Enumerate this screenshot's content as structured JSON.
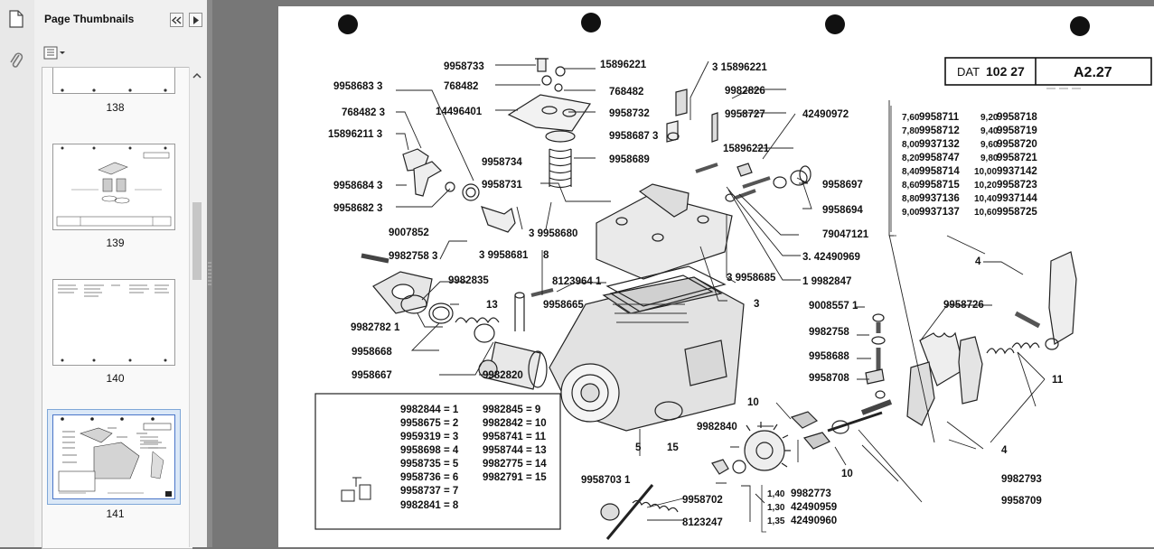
{
  "sidebar": {
    "title": "Page Thumbnails",
    "pages": [
      "138",
      "139",
      "140",
      "141"
    ],
    "selected_page": "141"
  },
  "document": {
    "header_box": {
      "dat_label": "DAT",
      "dat_value": "102 27",
      "ref": "A2.27"
    },
    "left_labels": [
      "9958733",
      "768482",
      "14496401",
      "9958683  3",
      "768482  3",
      "15896211  3",
      "9958684  3",
      "9958682  3",
      "9007852",
      "9982758 3",
      "9982835",
      "9982782  1",
      "9958668",
      "9958667",
      "9982820"
    ],
    "center_labels": [
      "15896221",
      "768482",
      "9958732",
      "9958687  3",
      "9958689",
      "9958734",
      "9958731",
      "3  9958680",
      "3  9958681",
      "8",
      "8123964  1",
      "9958665",
      "3",
      "3  15896221",
      "9982826",
      "9958727",
      "42490972",
      "15896221",
      "9958697",
      "9958694",
      "79047121",
      "3.  42490969",
      "1  9982847",
      "3  9958685"
    ],
    "table_right": [
      [
        "7,60",
        "9958711",
        "9,20",
        "9958718"
      ],
      [
        "7,80",
        "9958712",
        "9,40",
        "9958719"
      ],
      [
        "8,00",
        "9937132",
        "9,60",
        "9958720"
      ],
      [
        "8,20",
        "9958747",
        "9,80",
        "9958721"
      ],
      [
        "8,40",
        "9958714",
        "10,00",
        "9937142"
      ],
      [
        "8,60",
        "9958715",
        "10,20",
        "9958723"
      ],
      [
        "8,80",
        "9937136",
        "10,40",
        "9937144"
      ],
      [
        "9,00",
        "9937137",
        "10,60",
        "9958725"
      ]
    ],
    "lower_labels": [
      "9008557  1",
      "9982758",
      "9958688",
      "9958708",
      "10",
      "9982840",
      "15",
      "10",
      "9958703  1",
      "9958702",
      "8123247",
      "5",
      "4",
      "9958726",
      "11",
      "4",
      "9982793",
      "9958709"
    ],
    "shim_values": [
      [
        "1,40",
        "9982773"
      ],
      [
        "1,30",
        "42490959"
      ],
      [
        "1,35",
        "42490960"
      ]
    ],
    "kit_table": [
      [
        "9982844 = 1",
        "9982845 = 9"
      ],
      [
        "9958675 = 2",
        "9982842 = 10"
      ],
      [
        "9959319 = 3",
        "9958741 = 11"
      ],
      [
        "9958698 = 4",
        "9958744 = 13"
      ],
      [
        "9958735 = 5",
        "9982775 = 14"
      ],
      [
        "9958736 = 6",
        "9982791 = 15"
      ],
      [
        "9958737 = 7",
        ""
      ],
      [
        "9982841 = 8",
        ""
      ]
    ],
    "misc_labels": [
      "13"
    ]
  }
}
